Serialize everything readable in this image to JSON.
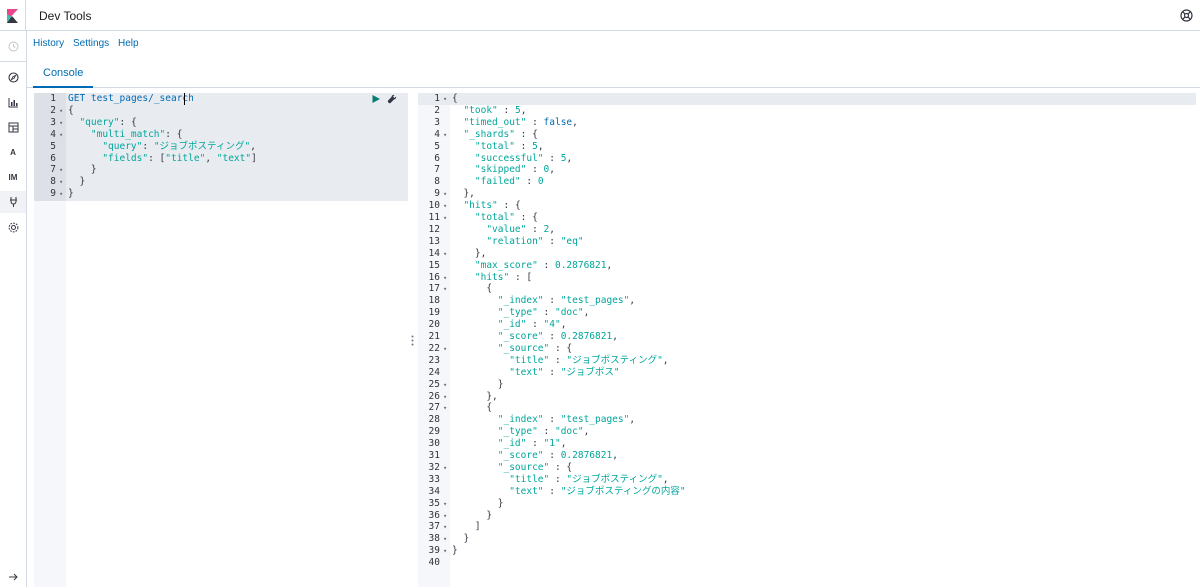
{
  "app": {
    "title": "Dev Tools"
  },
  "menu": {
    "history": "History",
    "settings": "Settings",
    "help": "Help"
  },
  "tabs": {
    "console": "Console"
  },
  "sidebar": {
    "items": [
      {
        "icon": "recent-icon"
      },
      {
        "icon": "discover-icon"
      },
      {
        "icon": "visualize-icon"
      },
      {
        "icon": "dashboard-icon"
      },
      {
        "icon": "apm-icon",
        "label": "A"
      },
      {
        "icon": "im-icon",
        "label": "IM"
      },
      {
        "icon": "devtools-icon"
      },
      {
        "icon": "management-icon"
      }
    ],
    "collapse_icon": "arrow-right-icon"
  },
  "request": {
    "lines": [
      [
        [
          "k",
          "GET"
        ],
        [
          "p",
          " "
        ],
        [
          "url",
          "test_pages/_search"
        ]
      ],
      [
        [
          "p",
          "{"
        ]
      ],
      [
        [
          "p",
          "  "
        ],
        [
          "s",
          "\"query\""
        ],
        [
          "p",
          ": {"
        ]
      ],
      [
        [
          "p",
          "    "
        ],
        [
          "s",
          "\"multi_match\""
        ],
        [
          "p",
          ": {"
        ]
      ],
      [
        [
          "p",
          "      "
        ],
        [
          "s",
          "\"query\""
        ],
        [
          "p",
          ": "
        ],
        [
          "s",
          "\"ジョブポスティング\""
        ],
        [
          "p",
          ","
        ]
      ],
      [
        [
          "p",
          "      "
        ],
        [
          "s",
          "\"fields\""
        ],
        [
          "p",
          ": ["
        ],
        [
          "s",
          "\"title\""
        ],
        [
          "p",
          ", "
        ],
        [
          "s",
          "\"text\""
        ],
        [
          "p",
          "]"
        ]
      ],
      [
        [
          "p",
          "    }"
        ]
      ],
      [
        [
          "p",
          "  }"
        ]
      ],
      [
        [
          "p",
          "}"
        ]
      ]
    ],
    "fold_lines": [
      2,
      3,
      4,
      7,
      8,
      9
    ]
  },
  "response": {
    "lines": [
      [
        [
          "p",
          "{"
        ]
      ],
      [
        [
          "p",
          "  "
        ],
        [
          "s",
          "\"took\""
        ],
        [
          "p",
          " : "
        ],
        [
          "n",
          "5"
        ],
        [
          "p",
          ","
        ]
      ],
      [
        [
          "p",
          "  "
        ],
        [
          "s",
          "\"timed_out\""
        ],
        [
          "p",
          " : "
        ],
        [
          "k",
          "false"
        ],
        [
          "p",
          ","
        ]
      ],
      [
        [
          "p",
          "  "
        ],
        [
          "s",
          "\"_shards\""
        ],
        [
          "p",
          " : {"
        ]
      ],
      [
        [
          "p",
          "    "
        ],
        [
          "s",
          "\"total\""
        ],
        [
          "p",
          " : "
        ],
        [
          "n",
          "5"
        ],
        [
          "p",
          ","
        ]
      ],
      [
        [
          "p",
          "    "
        ],
        [
          "s",
          "\"successful\""
        ],
        [
          "p",
          " : "
        ],
        [
          "n",
          "5"
        ],
        [
          "p",
          ","
        ]
      ],
      [
        [
          "p",
          "    "
        ],
        [
          "s",
          "\"skipped\""
        ],
        [
          "p",
          " : "
        ],
        [
          "n",
          "0"
        ],
        [
          "p",
          ","
        ]
      ],
      [
        [
          "p",
          "    "
        ],
        [
          "s",
          "\"failed\""
        ],
        [
          "p",
          " : "
        ],
        [
          "n",
          "0"
        ]
      ],
      [
        [
          "p",
          "  },"
        ]
      ],
      [
        [
          "p",
          "  "
        ],
        [
          "s",
          "\"hits\""
        ],
        [
          "p",
          " : {"
        ]
      ],
      [
        [
          "p",
          "    "
        ],
        [
          "s",
          "\"total\""
        ],
        [
          "p",
          " : {"
        ]
      ],
      [
        [
          "p",
          "      "
        ],
        [
          "s",
          "\"value\""
        ],
        [
          "p",
          " : "
        ],
        [
          "n",
          "2"
        ],
        [
          "p",
          ","
        ]
      ],
      [
        [
          "p",
          "      "
        ],
        [
          "s",
          "\"relation\""
        ],
        [
          "p",
          " : "
        ],
        [
          "s",
          "\"eq\""
        ]
      ],
      [
        [
          "p",
          "    },"
        ]
      ],
      [
        [
          "p",
          "    "
        ],
        [
          "s",
          "\"max_score\""
        ],
        [
          "p",
          " : "
        ],
        [
          "n",
          "0.2876821"
        ],
        [
          "p",
          ","
        ]
      ],
      [
        [
          "p",
          "    "
        ],
        [
          "s",
          "\"hits\""
        ],
        [
          "p",
          " : ["
        ]
      ],
      [
        [
          "p",
          "      {"
        ]
      ],
      [
        [
          "p",
          "        "
        ],
        [
          "s",
          "\"_index\""
        ],
        [
          "p",
          " : "
        ],
        [
          "s",
          "\"test_pages\""
        ],
        [
          "p",
          ","
        ]
      ],
      [
        [
          "p",
          "        "
        ],
        [
          "s",
          "\"_type\""
        ],
        [
          "p",
          " : "
        ],
        [
          "s",
          "\"doc\""
        ],
        [
          "p",
          ","
        ]
      ],
      [
        [
          "p",
          "        "
        ],
        [
          "s",
          "\"_id\""
        ],
        [
          "p",
          " : "
        ],
        [
          "s",
          "\"4\""
        ],
        [
          "p",
          ","
        ]
      ],
      [
        [
          "p",
          "        "
        ],
        [
          "s",
          "\"_score\""
        ],
        [
          "p",
          " : "
        ],
        [
          "n",
          "0.2876821"
        ],
        [
          "p",
          ","
        ]
      ],
      [
        [
          "p",
          "        "
        ],
        [
          "s",
          "\"_source\""
        ],
        [
          "p",
          " : {"
        ]
      ],
      [
        [
          "p",
          "          "
        ],
        [
          "s",
          "\"title\""
        ],
        [
          "p",
          " : "
        ],
        [
          "s",
          "\"ジョブポスティング\""
        ],
        [
          "p",
          ","
        ]
      ],
      [
        [
          "p",
          "          "
        ],
        [
          "s",
          "\"text\""
        ],
        [
          "p",
          " : "
        ],
        [
          "s",
          "\"ジョブポス\""
        ]
      ],
      [
        [
          "p",
          "        }"
        ]
      ],
      [
        [
          "p",
          "      },"
        ]
      ],
      [
        [
          "p",
          "      {"
        ]
      ],
      [
        [
          "p",
          "        "
        ],
        [
          "s",
          "\"_index\""
        ],
        [
          "p",
          " : "
        ],
        [
          "s",
          "\"test_pages\""
        ],
        [
          "p",
          ","
        ]
      ],
      [
        [
          "p",
          "        "
        ],
        [
          "s",
          "\"_type\""
        ],
        [
          "p",
          " : "
        ],
        [
          "s",
          "\"doc\""
        ],
        [
          "p",
          ","
        ]
      ],
      [
        [
          "p",
          "        "
        ],
        [
          "s",
          "\"_id\""
        ],
        [
          "p",
          " : "
        ],
        [
          "s",
          "\"1\""
        ],
        [
          "p",
          ","
        ]
      ],
      [
        [
          "p",
          "        "
        ],
        [
          "s",
          "\"_score\""
        ],
        [
          "p",
          " : "
        ],
        [
          "n",
          "0.2876821"
        ],
        [
          "p",
          ","
        ]
      ],
      [
        [
          "p",
          "        "
        ],
        [
          "s",
          "\"_source\""
        ],
        [
          "p",
          " : {"
        ]
      ],
      [
        [
          "p",
          "          "
        ],
        [
          "s",
          "\"title\""
        ],
        [
          "p",
          " : "
        ],
        [
          "s",
          "\"ジョブポスティング\""
        ],
        [
          "p",
          ","
        ]
      ],
      [
        [
          "p",
          "          "
        ],
        [
          "s",
          "\"text\""
        ],
        [
          "p",
          " : "
        ],
        [
          "s",
          "\"ジョブポスティングの内容\""
        ]
      ],
      [
        [
          "p",
          "        }"
        ]
      ],
      [
        [
          "p",
          "      }"
        ]
      ],
      [
        [
          "p",
          "    ]"
        ]
      ],
      [
        [
          "p",
          "  }"
        ]
      ],
      [
        [
          "p",
          "}"
        ]
      ],
      []
    ],
    "fold_lines": [
      1,
      4,
      9,
      10,
      11,
      14,
      16,
      17,
      22,
      25,
      26,
      27,
      32,
      35,
      36,
      37,
      38,
      39
    ]
  },
  "icons": {
    "run": "play-icon",
    "settings": "wrench-icon",
    "resize": "drag-handle-icon",
    "help": "help-icon"
  },
  "colors": {
    "accent": "#006bb4",
    "string": "#00a69b",
    "gutter": "#f5f7fa",
    "border": "#d3dae6"
  }
}
